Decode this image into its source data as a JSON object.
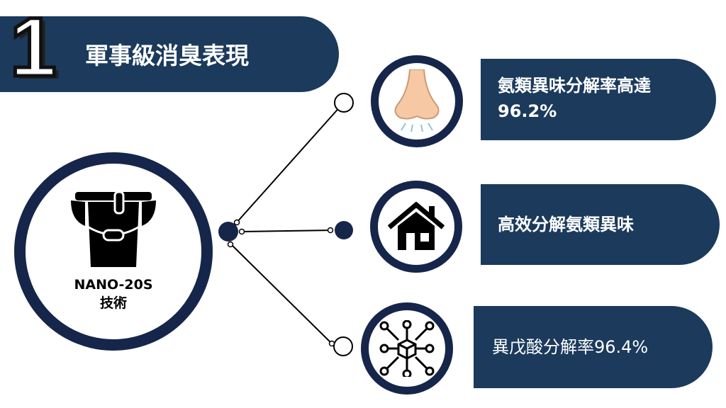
{
  "header": {
    "number": "1",
    "title": "軍事級消臭表現"
  },
  "center": {
    "line1": "NANO-20S",
    "line2": "技術",
    "icon": "bucket-icon"
  },
  "items": [
    {
      "icon": "nose-icon",
      "text": "氨類異味分解率高達\n96.2%",
      "line1": "氨類異味分解率高達",
      "line2": "96.2%"
    },
    {
      "icon": "house-icon",
      "text": "高效分解氨類異味"
    },
    {
      "icon": "molecule-chip-icon",
      "text": "異戊酸分解率96.4%"
    }
  ],
  "colors": {
    "navy": "#1b3a5c",
    "ring": "#16264a"
  }
}
